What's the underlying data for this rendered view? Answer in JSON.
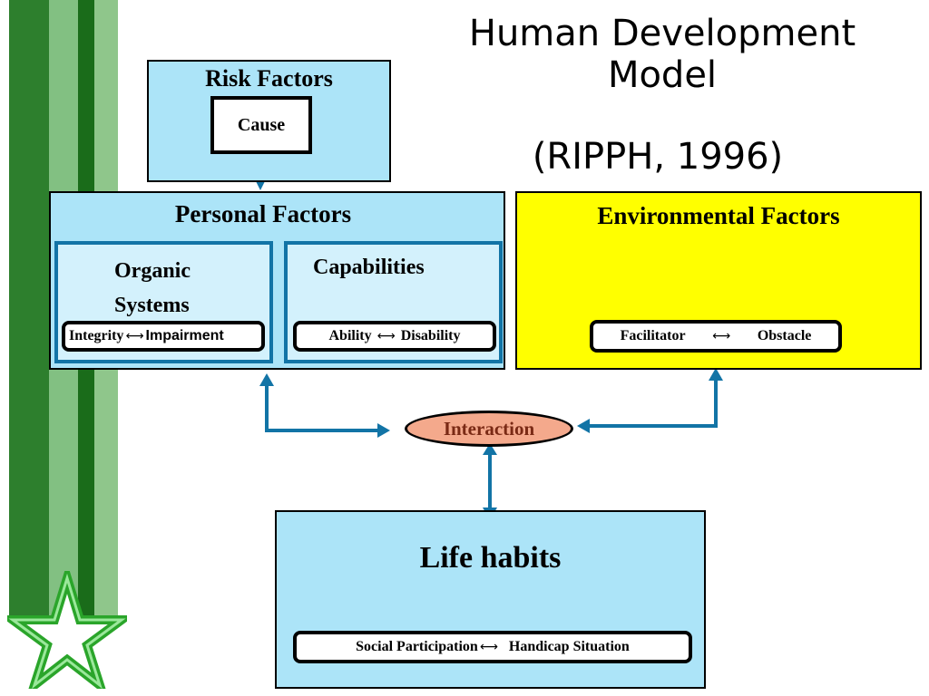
{
  "slide": {
    "title_line1": "Human Development",
    "title_line2": "Model",
    "citation": "(RIPPH, 1996)"
  },
  "risk_factors": {
    "title": "Risk Factors",
    "cause": "Cause"
  },
  "personal_factors": {
    "title": "Personal Factors",
    "organic_line1": "Organic",
    "organic_line2": "Systems",
    "organic_left": "Integrity",
    "organic_right": "Impairment",
    "capabilities": "Capabilities",
    "cap_left": "Ability",
    "cap_right": "Disability"
  },
  "environmental_factors": {
    "title": "Environmental Factors",
    "left": "Facilitator",
    "right": "Obstacle"
  },
  "interaction": {
    "label": "Interaction"
  },
  "life_habits": {
    "title": "Life habits",
    "left": "Social Participation",
    "right": "Handicap Situation"
  },
  "icons": {
    "double_arrow": "double-arrow-icon",
    "star": "star-icon"
  },
  "colors": {
    "light_blue": "#ace4f8",
    "inner_blue": "#d3f1fc",
    "connector_blue": "#1274a6",
    "yellow": "#ffff00",
    "salmon": "#f4a98c",
    "green_dark": "#1f7a1f",
    "green_light": "#8fc68b"
  }
}
